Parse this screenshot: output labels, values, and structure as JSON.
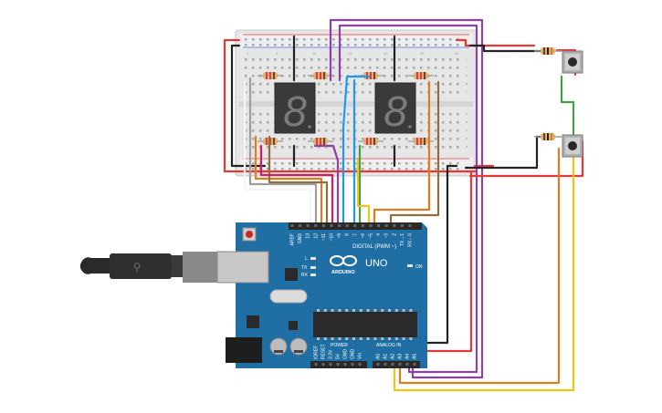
{
  "board": {
    "brand": "ARDUINO",
    "model": "UNO",
    "digital_label": "DIGITAL (PWM ~)",
    "power_label": "POWER",
    "analog_label": "ANALOG IN",
    "on_label": "ON",
    "l_label": "L",
    "tx_label": "TX",
    "rx_label": "RX",
    "digital_pins": [
      "AREF",
      "GND",
      "13",
      "12",
      "~11",
      "~10",
      "~9",
      "8",
      "7",
      "~6",
      "~5",
      "4",
      "~3",
      "2",
      "TX→1",
      "RX←0"
    ],
    "power_pins": [
      "IOREF",
      "RESET",
      "3.3V",
      "5V",
      "GND",
      "GND",
      "Vin"
    ],
    "analog_pins": [
      "A0",
      "A1",
      "A2",
      "A3",
      "A4",
      "A5"
    ]
  },
  "breadboard": {
    "row_letters_top": [
      "j",
      "i",
      "h",
      "g",
      "f"
    ],
    "row_letters_bottom": [
      "e",
      "d",
      "c",
      "b",
      "a"
    ],
    "column_numbers": [
      "1",
      "5",
      "10",
      "15",
      "20",
      "25",
      "30"
    ]
  },
  "displays": [
    {
      "digit": "8"
    },
    {
      "digit": "8"
    }
  ],
  "colors": {
    "board": "#1f6fa4",
    "breadboard": "#e4e4e4",
    "display": "#3a3a3a",
    "wire_red": "#e53935",
    "wire_black": "#222222",
    "wire_purple": "#8e3fa8",
    "wire_green": "#43a047",
    "wire_orange": "#e07c1f",
    "wire_yellow": "#f3c316",
    "wire_brown": "#8d6e3f",
    "wire_blue": "#2196f3",
    "wire_white": "#f5f5f5",
    "wire_gray": "#9e9e9e",
    "wire_pink": "#d81b60"
  },
  "icons": [
    "usb-cable-icon",
    "arduino-infinity-logo-icon",
    "pushbutton-icon",
    "resistor-icon"
  ]
}
